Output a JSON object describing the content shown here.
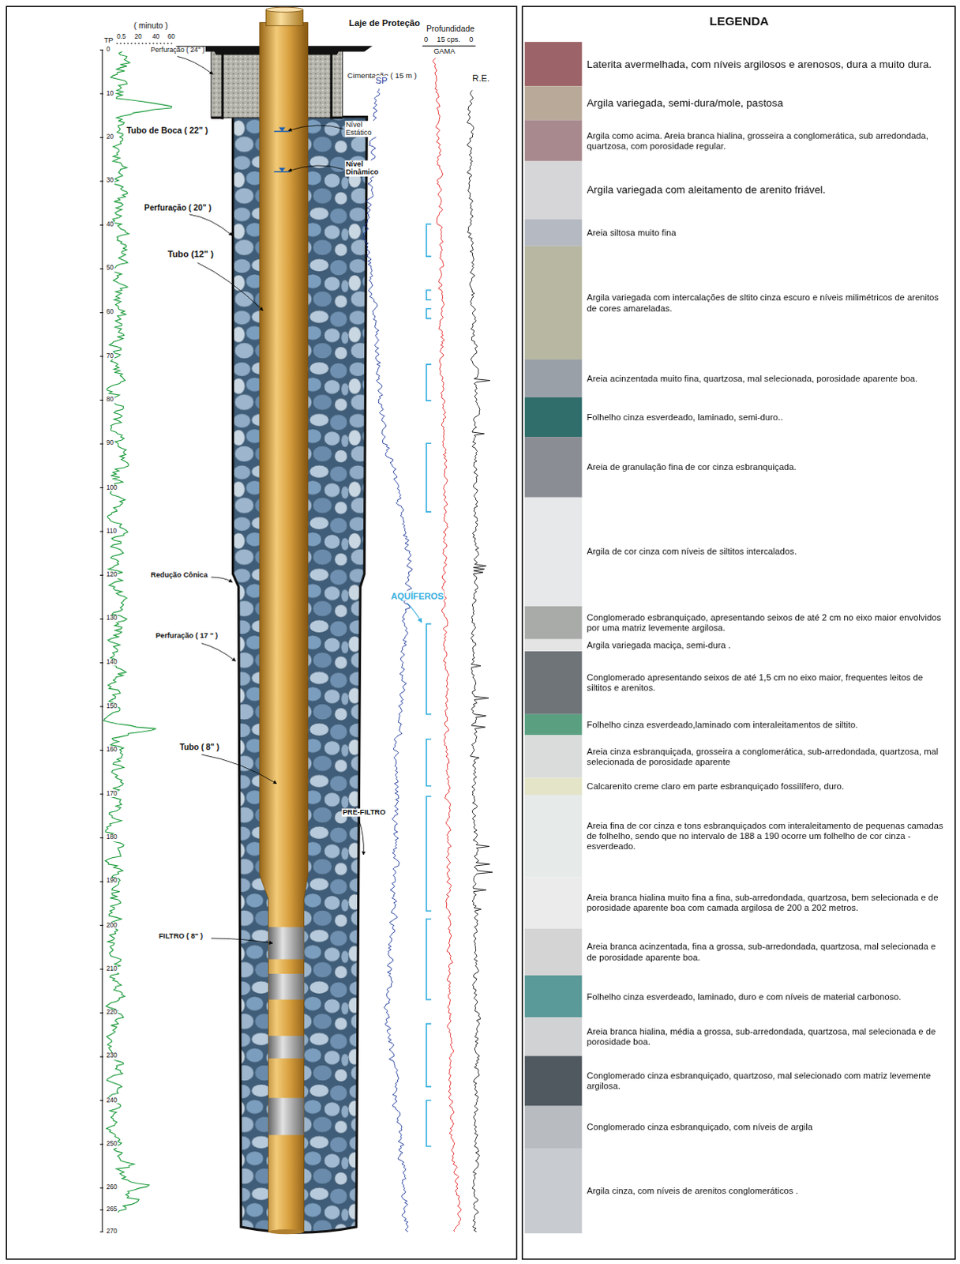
{
  "diagram": {
    "labels": [
      "( minuto )",
      "0.5",
      "20",
      "40",
      "60",
      "TP",
      "Perfuração ( 24\" )",
      "Laje de Proteção",
      "Profundidade",
      "0",
      "15 cps.",
      "0",
      "GAMA",
      "Cimentação ( 15 m )",
      "SP",
      "R.E.",
      "Tubo de Boca ( 22\" )",
      "Nível Estático",
      "Nível Dinâmico",
      "Perfuração ( 20\" )",
      "Tubo (12\" )",
      "Redução Cônica",
      "AQUÍFEROS",
      "Perfuração ( 17 \" )",
      "Tubo ( 8\" )",
      "PRÉ-FILTRO",
      "FILTRO ( 8\" )",
      "LEGENDA",
      "0",
      "10",
      "20",
      "30",
      "40",
      "50",
      "60",
      "70",
      "80",
      "90",
      "100",
      "110",
      "120",
      "130",
      "140",
      "150",
      "160",
      "170",
      "180",
      "190",
      "200",
      "210",
      "220",
      "230",
      "240",
      "250",
      "260",
      "265",
      "270"
    ],
    "legend": [
      {
        "text": "Laterita avermelhada, com níveis argilosos e arenosos, dura a muito dura.",
        "color": "#9c6468"
      },
      {
        "text": "Argila variegada, semi-dura/mole, pastosa",
        "color": "#b9a999"
      },
      {
        "text": "Argila como acima. Areia branca hialina, grosseira a conglomerática, sub arredondada, quartzosa, com porosidade regular.",
        "color": "#a88a8e"
      },
      {
        "text": "Argila variegada com aleitamento de arenito friável.",
        "color": "#d6d6d8"
      },
      {
        "text": "Areia siltosa muito fina",
        "color": "#b4b9c2"
      },
      {
        "text": "Argila variegada com intercalações de sltito cinza escuro e níveis milimétricos de arenitos de cores amareladas.",
        "color": "#b8b8a2"
      },
      {
        "text": "Areia acinzentada muito fina, quartzosa, mal selecionada, porosidade aparente boa.",
        "color": "#9aa0a8"
      },
      {
        "text": "Folhelho cinza esverdeado, laminado, semi-duro..",
        "color": "#2f6e6a"
      },
      {
        "text": "Areia de granulação fina de cor cinza esbranquiçada.",
        "color": "#8a8e94"
      },
      {
        "text": "Argila de cor cinza com níveis de siltitos intercalados.",
        "color": "#e6e8ea"
      },
      {
        "text": "Conglomerado esbranquiçado, apresentando seixos de até 2 cm no eixo maior envolvidos por uma matriz levemente argilosa.",
        "color": "#a9aba9"
      },
      {
        "text": "Argila variegada maciça, semi-dura .",
        "color": "#e4e4e4"
      },
      {
        "text": "Conglomerado apresentando seixos de até 1,5 cm no eixo maior, frequentes leitos de siltitos e arenitos.",
        "color": "#6e7478"
      },
      {
        "text": "Folhelho cinza esverdeado,laminado com interaleitamentos de siltito.",
        "color": "#5aa080"
      },
      {
        "text": "Areia cinza esbranquiçada, grosseira a conglomerática, sub-arredondada, quartzosa, mal selecionada de porosidade aparente",
        "color": "#dadcdc"
      },
      {
        "text": "Calcarenito creme claro em parte esbranquiçado fossilífero, duro.",
        "color": "#e4e4c8"
      },
      {
        "text": "Areia fina de cor cinza e tons esbranquiçados com interaleitamento de pequenas camadas de folhelho, sendo que no intervalo de 188 a 190 ocorre um folhelho de cor cinza - esverdeado.",
        "color": "#e6ebea"
      },
      {
        "text": "Areia branca hialina muito fina a fina, sub-arredondada, quartzosa, bem selecionada e de porosidade aparente boa com camada argilosa de 200 a 202 metros.",
        "color": "#ebebeb"
      },
      {
        "text": "Areia branca acinzentada, fina a grossa, sub-arredondada, quartzosa, mal selecionada e de porosidade aparente boa.",
        "color": "#d4d4d4"
      },
      {
        "text": "Folhelho cinza esverdeado, laminado, duro e com níveis de material carbonoso.",
        "color": "#5a9a98"
      },
      {
        "text": "Areia branca hialina, média a grossa, sub-arredondada, quartzosa, mal selecionada e de porosidade boa.",
        "color": "#d0d2d4"
      },
      {
        "text": "Conglomerado cinza esbranquiçado, quartzoso, mal selecionado com matriz levemente argilosa.",
        "color": "#505860"
      },
      {
        "text": "Conglomerado cinza esbranquiçado, com níveis de argila",
        "color": "#b8bcc0"
      },
      {
        "text": "Argila cinza, com níveis de arenitos conglomeráticos .",
        "color": "#c8ccd0"
      }
    ]
  }
}
